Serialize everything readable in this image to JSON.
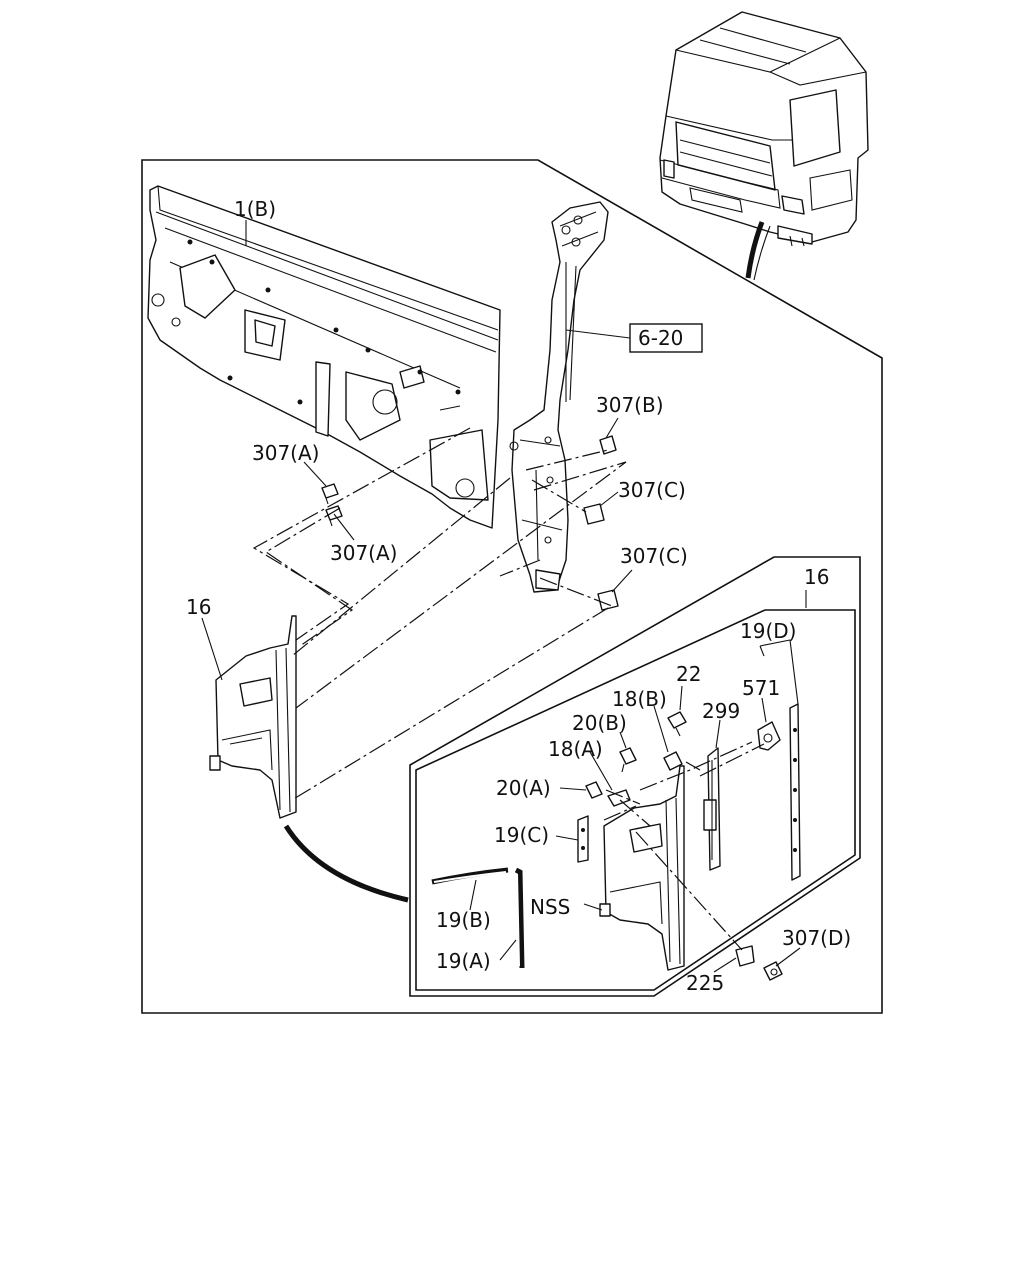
{
  "labels": {
    "part_1b": "1(B)",
    "part_6_20": "6-20",
    "part_307b": "307(B)",
    "part_307a_upper": "307(A)",
    "part_307a_lower": "307(A)",
    "part_307c_upper": "307(C)",
    "part_307c_lower": "307(C)",
    "part_16_left": "16",
    "part_16_inset": "16",
    "part_19d": "19(D)",
    "part_22": "22",
    "part_571": "571",
    "part_18b": "18(B)",
    "part_299": "299",
    "part_20b": "20(B)",
    "part_18a": "18(A)",
    "part_20a": "20(A)",
    "part_19c": "19(C)",
    "part_nss": "NSS",
    "part_19b": "19(B)",
    "part_19a": "19(A)",
    "part_307d": "307(D)",
    "part_225": "225"
  }
}
